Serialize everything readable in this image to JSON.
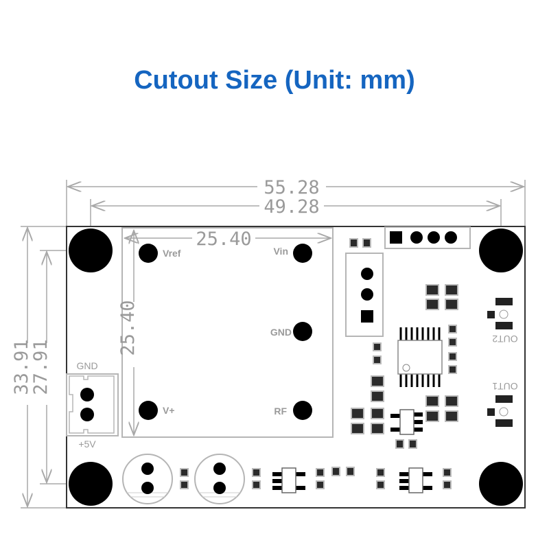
{
  "title": "Cutout Size (Unit: mm)",
  "dimensions": {
    "board_width": "55.28",
    "hole_spacing_x": "49.28",
    "board_height": "33.91",
    "hole_spacing_y": "27.91",
    "module_width": "25.40",
    "module_height": "25.40"
  },
  "pin_labels": {
    "vref": "Vref",
    "vin": "Vin",
    "gnd": "GND",
    "vplus": "V+",
    "rf": "RF",
    "conn_gnd": "GND",
    "conn_5v": "+5V",
    "out1": "OUT1",
    "out2": "OUT2"
  },
  "colors": {
    "title": "#1565c0",
    "dimension": "#9a9a9a",
    "pads": "#000000"
  }
}
